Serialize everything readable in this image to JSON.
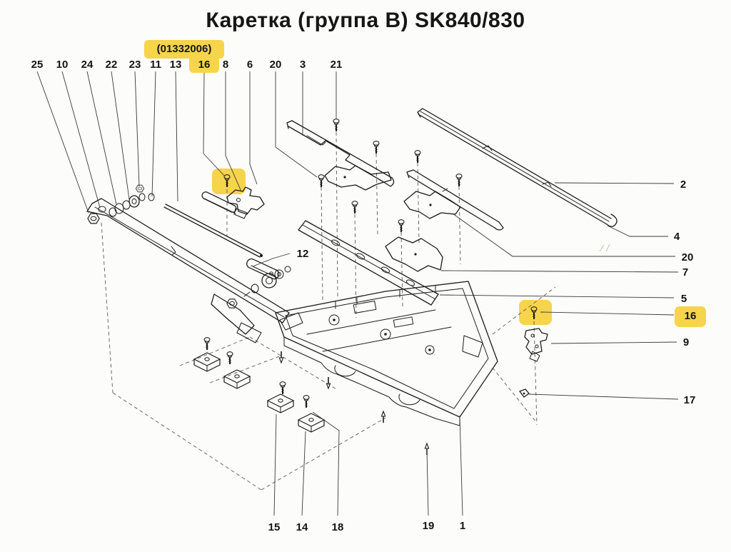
{
  "title": "Каретка (группа B) SK840/830",
  "ref_code": "(01332006)",
  "colors": {
    "highlight": "#F6D44B",
    "line": "#1C1C1C",
    "background": "#FCFCFA"
  },
  "callouts": {
    "top": [
      {
        "num": "25"
      },
      {
        "num": "10"
      },
      {
        "num": "24"
      },
      {
        "num": "22"
      },
      {
        "num": "23"
      },
      {
        "num": "11"
      },
      {
        "num": "13"
      },
      {
        "num": "16",
        "highlighted": true
      },
      {
        "num": "8"
      },
      {
        "num": "6"
      },
      {
        "num": "20"
      },
      {
        "num": "3"
      },
      {
        "num": "21"
      }
    ],
    "right": [
      {
        "num": "2"
      },
      {
        "num": "4"
      },
      {
        "num": "20"
      },
      {
        "num": "7"
      },
      {
        "num": "5"
      },
      {
        "num": "16",
        "highlighted": true
      },
      {
        "num": "9"
      },
      {
        "num": "17"
      }
    ],
    "bottom": [
      {
        "num": "15"
      },
      {
        "num": "14"
      },
      {
        "num": "18"
      },
      {
        "num": "19"
      },
      {
        "num": "1"
      }
    ],
    "middle": [
      {
        "num": "12"
      }
    ]
  }
}
